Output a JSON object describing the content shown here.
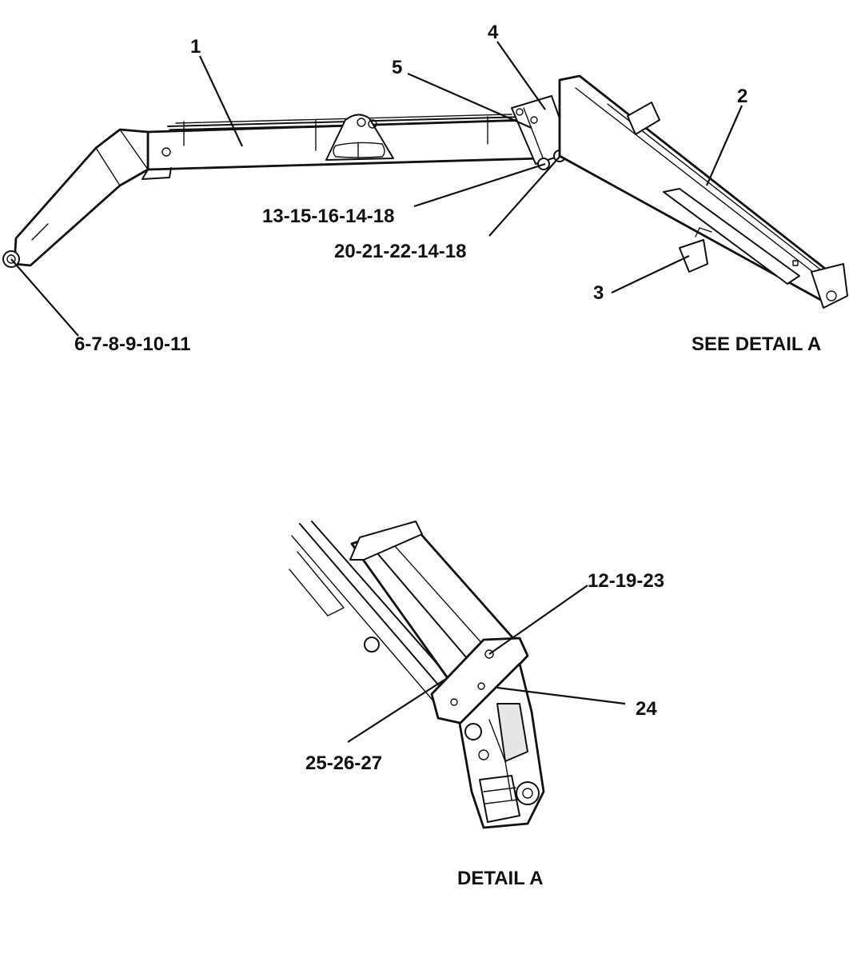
{
  "callouts": {
    "c1": "1",
    "c2": "2",
    "c3": "3",
    "c4": "4",
    "c5": "5",
    "c6": "13-15-16-14-18",
    "c7": "20-21-22-14-18",
    "c8": "6-7-8-9-10-11",
    "c9": "12-19-23",
    "c10": "24",
    "c11": "25-26-27"
  },
  "captions": {
    "see_detail": "SEE DETAIL A",
    "detail": "DETAIL A"
  }
}
